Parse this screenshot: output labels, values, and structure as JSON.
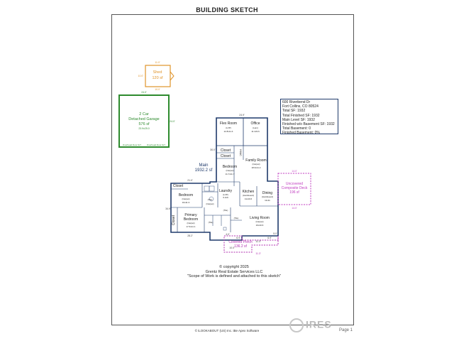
{
  "title": "BUILDING SKETCH",
  "info": {
    "address1": "600 Riverbend Dr",
    "address2": "Fort Collins, CO 80524",
    "lines": [
      "Total SF: 1932",
      "Total Finished SF: 1932",
      "Main Level SF: 1932",
      "Finished w/o Basement SF: 1932",
      "Total Basement: 0",
      "Finished Basement: 0%"
    ]
  },
  "shed": {
    "name": "Shed",
    "area": "120 sf",
    "dim_top": "11.0'",
    "dim_left": "10.0'",
    "dim_bottom": "10.0'"
  },
  "garage": {
    "name1": "2 Car",
    "name2": "Detached Garage",
    "area": "576 sf",
    "size": "23.9x25.0",
    "dim_top": "24.0'",
    "dim_right": "24.0'",
    "door1": "Overhead Door 9x7",
    "door2": "Overhead Door 9x7"
  },
  "main": {
    "label": "Main",
    "area": "1932.2 sf"
  },
  "rooms": {
    "flex": {
      "name": "Flex Room",
      "floor": "(LVP)",
      "size": "12.8x11.4"
    },
    "office": {
      "name": "Office",
      "floor": "(Lam)",
      "size": "11.4x9.6"
    },
    "closet1": "Closet",
    "closet2": "Closet",
    "hvac": "HVAC",
    "family": {
      "name": "Family Room",
      "floor": "(Carpet)",
      "size": "18.9x11.2"
    },
    "bedroom1": {
      "name": "Bedroom",
      "floor": "(Carpet)",
      "size": "11.7x11.7"
    },
    "closet3": "Closet",
    "bedroom2": {
      "name": "Bedroom",
      "floor": "(Carpet)",
      "size": "16x11.3"
    },
    "laundry": {
      "name": "Laundry",
      "floor": "(LVP)",
      "size": "6.2x9"
    },
    "kitchen": {
      "name": "Kitchen",
      "floor": "(Hardwood)",
      "size": "11x10.6"
    },
    "dining": {
      "name": "Dining",
      "floor": "(Hardwood)",
      "size": "11x11"
    },
    "tile1": "(Tile)",
    "tile2": "(Carpet)",
    "tile3": "(Tile)",
    "tile4": "(Tile)",
    "tile5": "(Tile)",
    "primary": {
      "name": "Primary",
      "name2": "Bedroom",
      "floor": "(Carpet)",
      "size": "17.6x11.1"
    },
    "closet4": "Closet",
    "living": {
      "name": "Living Room",
      "floor": "(Carpet)",
      "size": "16x10.6"
    }
  },
  "deck": {
    "name1": "Uncovered",
    "name2": "Composite Deck",
    "area": "196 sf",
    "dim_top": "14.0'",
    "dim_bottom": "14.0'"
  },
  "porch": {
    "name": "Covered Porch",
    "area": "136.2 sf",
    "dim_bottom": "11.3'"
  },
  "dims": {
    "d24": "24.9'",
    "d30": "30.0'",
    "d21": "21.0'",
    "d34": "34.9'",
    "d28": "28.2'",
    "d6a": "6.9'",
    "d6b": "6.9'",
    "d5": "5.0'",
    "d4": "4.0'",
    "d11": "11.3'",
    "d10": "10.0'"
  },
  "copyright": [
    "© copyright 2025",
    "Grentz Real Estate Services LLC",
    "\"Scope of Work is defined and attached to this sketch\""
  ],
  "footer": "© iLOOKABOUT (US) Inc. iBe Apex Software",
  "page": "Page 1",
  "logo": "IRES",
  "colors": {
    "shed": "#e0942a",
    "garage": "#2e8b2e",
    "house": "#1f3a6b",
    "deck": "#c03cc0",
    "porch": "#b02fb0",
    "mainlabel": "#1f3a6b"
  }
}
